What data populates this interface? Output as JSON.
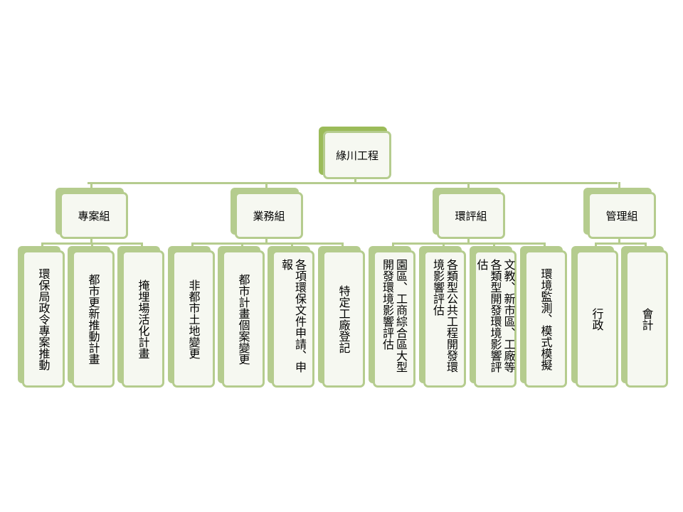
{
  "root": {
    "label": "綠川工程"
  },
  "groups": [
    {
      "label": "專案組",
      "children": [
        "環保局政令專案推動",
        "都市更新推動計畫",
        "掩埋場活化計畫"
      ]
    },
    {
      "label": "業務組",
      "children": [
        "非都市土地變更",
        "都市計畫個案變更",
        "各項環保文件申請、申報",
        "特定工廠登記"
      ]
    },
    {
      "label": "環評組",
      "children": [
        "園區、工商綜合區大型開發環境影響評估",
        "各類型公共工程開發環境影響評估",
        "文教、新市區、工廠等各類型開發環境影響評估",
        "環境監測、模式模擬"
      ]
    },
    {
      "label": "管理組",
      "children": [
        "行政",
        "會計"
      ]
    }
  ],
  "colors": {
    "box_border": "#b5cc8e",
    "box_fill": "#f6f8f1",
    "root_accent": "#9bbb59"
  }
}
